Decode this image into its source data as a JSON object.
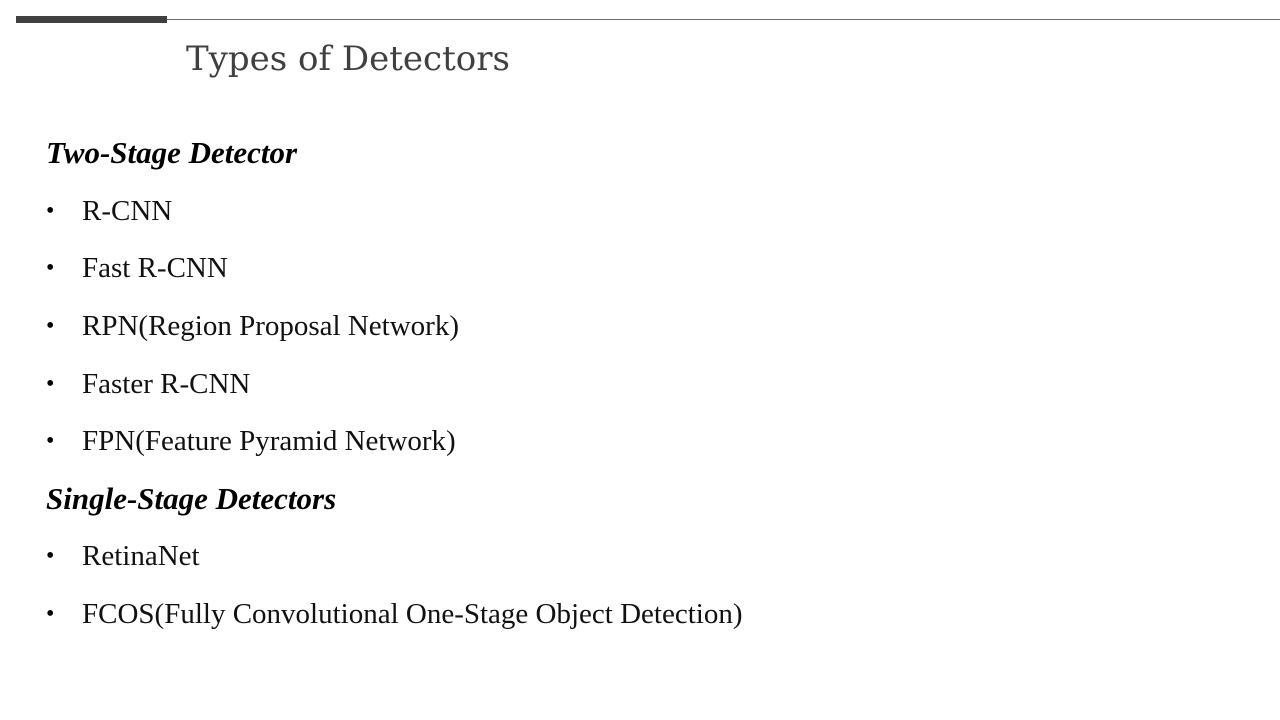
{
  "slide": {
    "title": "Types of Detectors",
    "sections": [
      {
        "heading": "Two-Stage Detector",
        "items": [
          "R-CNN",
          "Fast R-CNN",
          "RPN(Region Proposal Network)",
          "Faster R-CNN",
          "FPN(Feature Pyramid Network)"
        ]
      },
      {
        "heading": "Single-Stage Detectors",
        "items": [
          "RetinaNet",
          "FCOS(Fully Convolutional One-Stage Object Detection)"
        ]
      }
    ],
    "bullet_glyph": "•"
  },
  "colors": {
    "title": "#404040",
    "rule": "#404040",
    "text": "#111111"
  }
}
